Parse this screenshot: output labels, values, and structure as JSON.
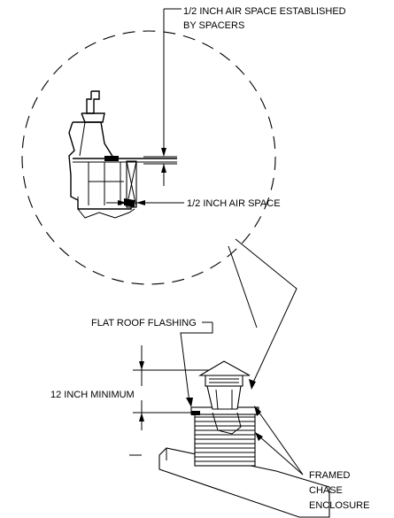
{
  "labels": {
    "air_space_spacers_line1": "1/2 INCH AIR SPACE ESTABLISHED",
    "air_space_spacers_line2": "BY SPACERS",
    "air_space": "1/2 INCH AIR SPACE",
    "flat_roof_flashing": "FLAT ROOF FLASHING",
    "minimum_height": "12 INCH MINIMUM",
    "chase_line1": "FRAMED",
    "chase_line2": "CHASE",
    "chase_line3": "ENCLOSURE"
  }
}
